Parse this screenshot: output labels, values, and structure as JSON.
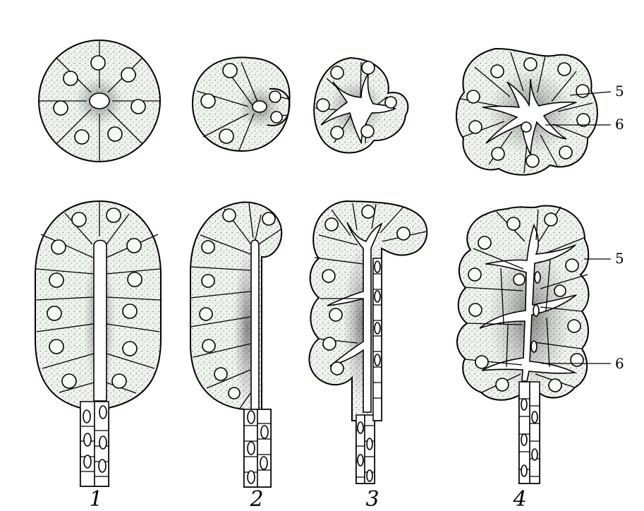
{
  "figure": {
    "stage_labels": [
      "1",
      "2",
      "3",
      "4"
    ],
    "part_labels": {
      "upper_5": "5",
      "upper_6": "6",
      "lower_5": "5",
      "lower_6": "6"
    },
    "colors": {
      "stroke": "#000000",
      "stipple": "#eef3ed",
      "paper": "#ffffff"
    }
  }
}
